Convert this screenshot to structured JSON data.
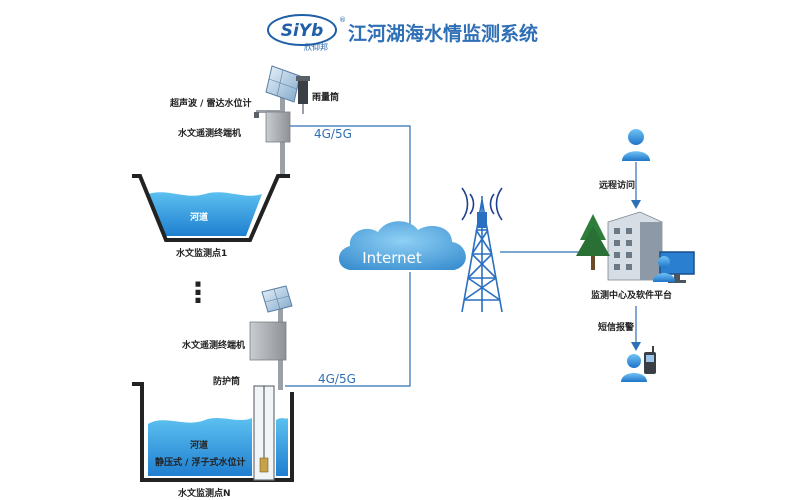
{
  "header": {
    "logo_text": "SiYb",
    "logo_sub": "欣仰邦",
    "logo_mark": "®",
    "title": "江河湖海水情监测系统"
  },
  "colors": {
    "title": "#2f6fb5",
    "line": "#2f6fb5",
    "water": "#1f8fd8",
    "text": "#222222"
  },
  "station1": {
    "sensor_label": "超声波 / 雷达水位计",
    "rain_label": "雨量筒",
    "terminal_label": "水文遥测终端机",
    "river_label": "河道",
    "point_label": "水文监测点1"
  },
  "link1": {
    "label": "4G/5G"
  },
  "ellipsis": {
    "dots": "⋮"
  },
  "stationN": {
    "terminal_label": "水文遥测终端机",
    "tube_label": "防护筒",
    "river_label": "河道",
    "sensor_label": "静压式 / 浮子式水位计",
    "point_label": "水文监测点N"
  },
  "link2": {
    "label": "4G/5G"
  },
  "network": {
    "cloud_label": "Internet"
  },
  "center": {
    "remote_label": "远程访问",
    "platform_label": "监测中心及软件平台",
    "sms_label": "短信报警"
  }
}
